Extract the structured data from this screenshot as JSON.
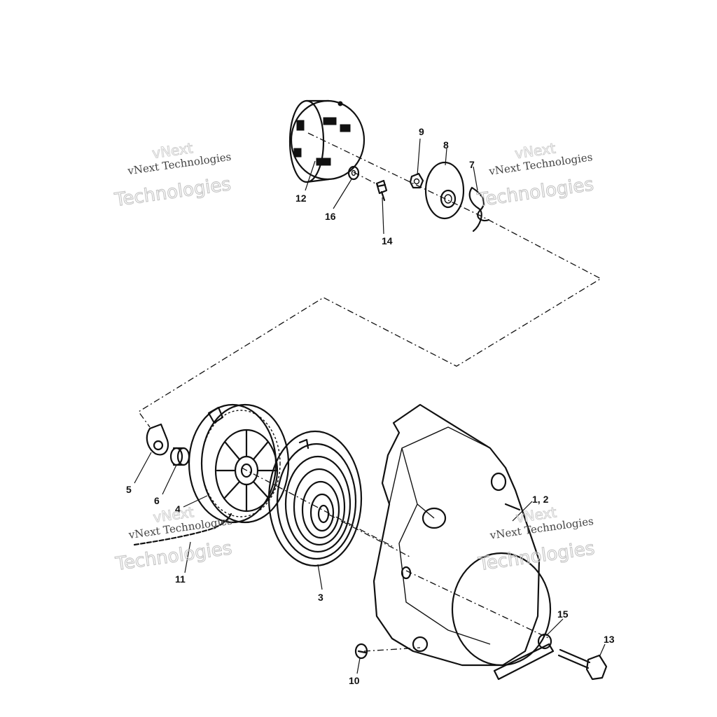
{
  "watermark": {
    "top_line": "vNext",
    "main_line": "vNext Technologies",
    "big_line": "Technologies"
  },
  "callouts": {
    "c1_2": "1, 2",
    "c3": "3",
    "c4": "4",
    "c5": "5",
    "c6": "6",
    "c7": "7",
    "c8": "8",
    "c9": "9",
    "c10": "10",
    "c11": "11",
    "c12": "12",
    "c13": "13",
    "c14": "14",
    "c15": "15",
    "c16": "16"
  }
}
